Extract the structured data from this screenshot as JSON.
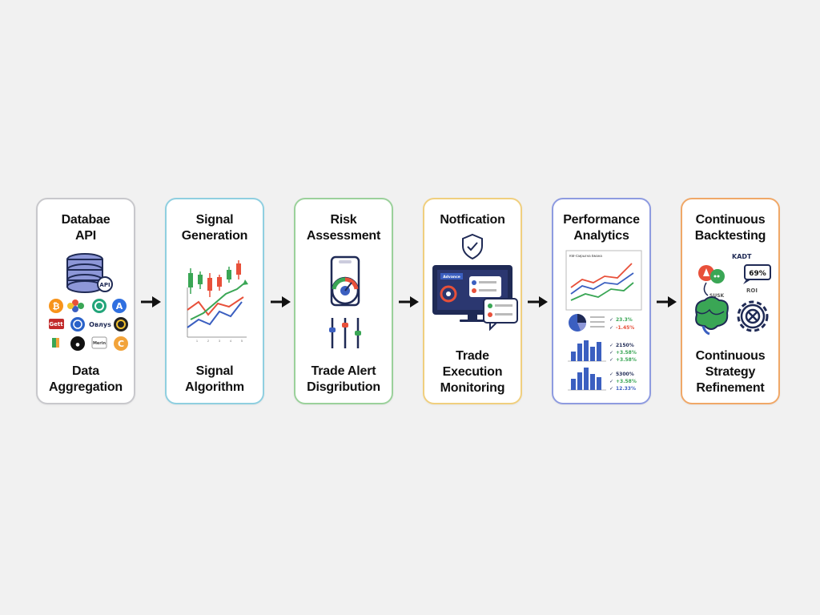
{
  "stages": [
    {
      "top_label": [
        "Databae",
        "API"
      ],
      "bottom_label": [
        "Data",
        "Aggregation"
      ],
      "border": "#c8c8cc"
    },
    {
      "top_label": [
        "Signal",
        "Generation"
      ],
      "bottom_label": [
        "Signal",
        "Algorithm"
      ],
      "border": "#8fcfe0"
    },
    {
      "top_label": [
        "Risk",
        "Assessment"
      ],
      "bottom_label": [
        "Trade Alert",
        "Disgribution"
      ],
      "border": "#9bd19b"
    },
    {
      "top_label": [
        "Notfication"
      ],
      "bottom_label": [
        "Trade",
        "Execution",
        "Monitoring"
      ],
      "border": "#f0cf7e"
    },
    {
      "top_label": [
        "Performance",
        "Analytics"
      ],
      "bottom_label": [],
      "border": "#8e9be0"
    },
    {
      "top_label": [
        "Continuous",
        "Backtesting"
      ],
      "bottom_label": [
        "Continuous",
        "Strategy",
        "Refinement"
      ],
      "border": "#f0a868"
    }
  ],
  "icons": {
    "card1": [
      "database-icon",
      "api-badge-icon",
      "bitcoin-logo-icon",
      "crypto-logo-icon"
    ],
    "card2": [
      "candlestick-chart-icon",
      "line-chart-icon"
    ],
    "card3": [
      "smartphone-gauge-icon",
      "slider-controls-icon"
    ],
    "card4": [
      "shield-check-icon",
      "monitor-dashboard-icon",
      "chat-bubble-icon"
    ],
    "card5": [
      "line-chart-icon",
      "pie-chart-icon",
      "bar-chart-icon",
      "check-icon"
    ],
    "card6": [
      "chat-bubble-icon",
      "brain-icon",
      "gear-icon"
    ]
  },
  "card1": {
    "api_badge": "API",
    "logo_labels": [
      "Gett",
      "Oвлуs",
      "Merin"
    ]
  },
  "card2": {
    "axis_ticks": [
      "1",
      "2",
      "3",
      "4",
      "5"
    ]
  },
  "card4": {
    "screen_badge": "Advance"
  },
  "card5": {
    "chart_title": "КМ-Cмрыгна Бмзна",
    "stats_group1": [
      "23.3%",
      "-1.45%"
    ],
    "stats_group2": [
      "2150%",
      "+3.58%",
      "+3.58%"
    ],
    "stats_group3": [
      "5300%",
      "+3.58%",
      "12.33%"
    ]
  },
  "card6": {
    "label_kadt": "KADT",
    "roi_percent": "69%",
    "roi_label": "ROI",
    "risk_label": "SUSK"
  },
  "colors": {
    "arrow": "#111111",
    "red": "#e8503a",
    "green": "#3aa655",
    "blue": "#3b5fc0",
    "navy": "#1f2a55"
  }
}
